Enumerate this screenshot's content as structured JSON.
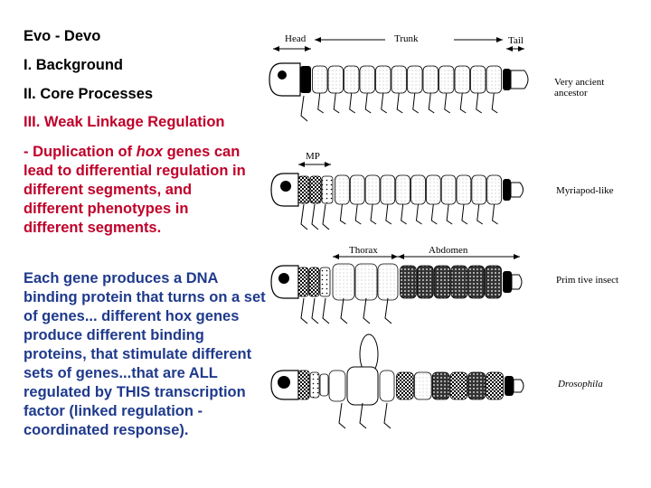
{
  "slide": {
    "title": "Evo - Devo",
    "item1": "I. Background",
    "item2": "II. Core Processes",
    "item3": "III. Weak Linkage Regulation",
    "dup_pre": " - Duplication of ",
    "dup_italic": "hox",
    "dup_post": " genes can lead to differential regulation in different segments, and different phenotypes in different segments.",
    "body": "Each gene produces a DNA binding protein that turns on a set of genes... different hox genes produce different binding proteins, that stimulate different sets of genes...that are ALL regulated by THIS transcription factor (linked regulation - coordinated response)."
  },
  "figure": {
    "top_labels": {
      "head": "Head",
      "trunk": "Trunk",
      "tail": "Tail"
    },
    "mp_label": "MP",
    "thorax_label": "Thorax",
    "abdomen_label": "Abdomen",
    "rows": [
      {
        "label": "Very ancient",
        "label2": "ancestor",
        "italic": false
      },
      {
        "label": "Myriapod-like",
        "label2": "",
        "italic": false
      },
      {
        "label": "Prim tive insect",
        "label2": "",
        "italic": false
      },
      {
        "label": "Drosophila",
        "label2": "",
        "italic": true
      }
    ]
  }
}
